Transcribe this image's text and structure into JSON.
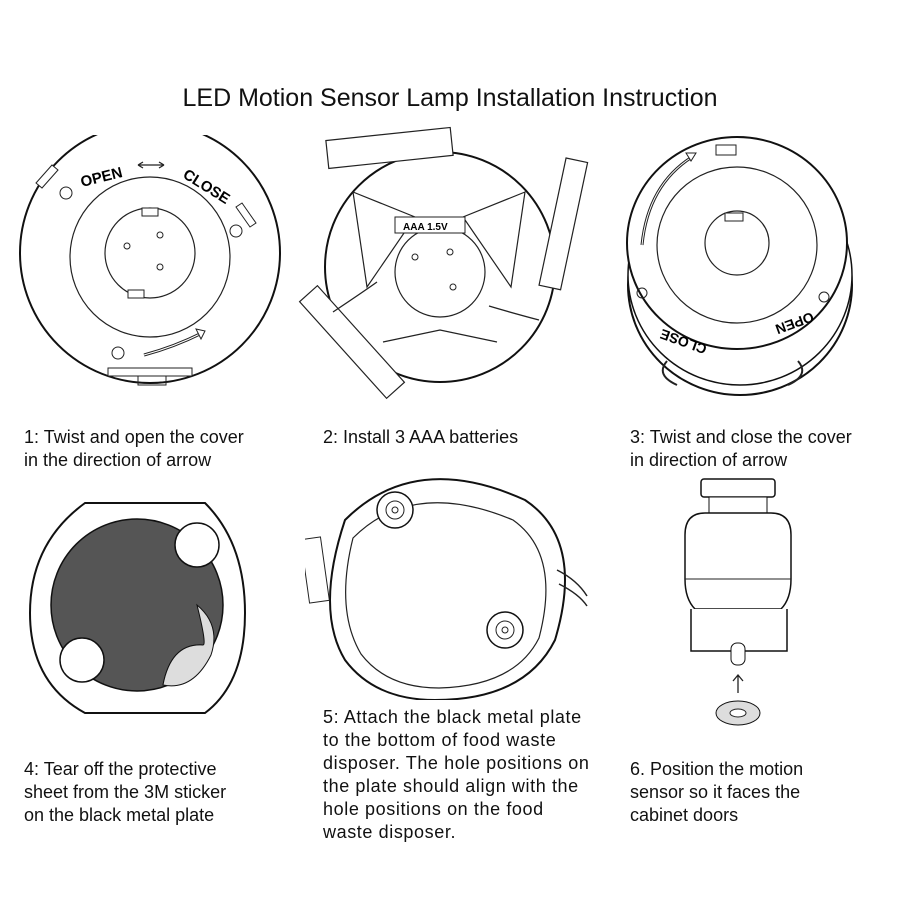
{
  "title": "LED Motion Sensor Lamp Installation Instruction",
  "step1": {
    "caption": "1: Twist and open the cover\nin the direction of arrow",
    "open_label": "OPEN",
    "close_label": "CLOSE"
  },
  "step2": {
    "caption": "2: Install 3 AAA batteries",
    "battery_label": "AAA 1.5V"
  },
  "step3": {
    "caption": "3: Twist and close the cover\nin direction of arrow",
    "open_label": "OPEN",
    "close_label": "CLOSE"
  },
  "step4": {
    "caption": "4: Tear off the protective\nsheet from the 3M sticker\non the black metal plate"
  },
  "step5": {
    "caption": "5: Attach the black metal plate\nto the bottom of food waste\ndisposer. The hole positions on\nthe plate should align with the\nhole positions on the food\nwaste disposer."
  },
  "step6": {
    "caption": "6. Position the motion\nsensor so it faces the\ncabinet doors"
  }
}
